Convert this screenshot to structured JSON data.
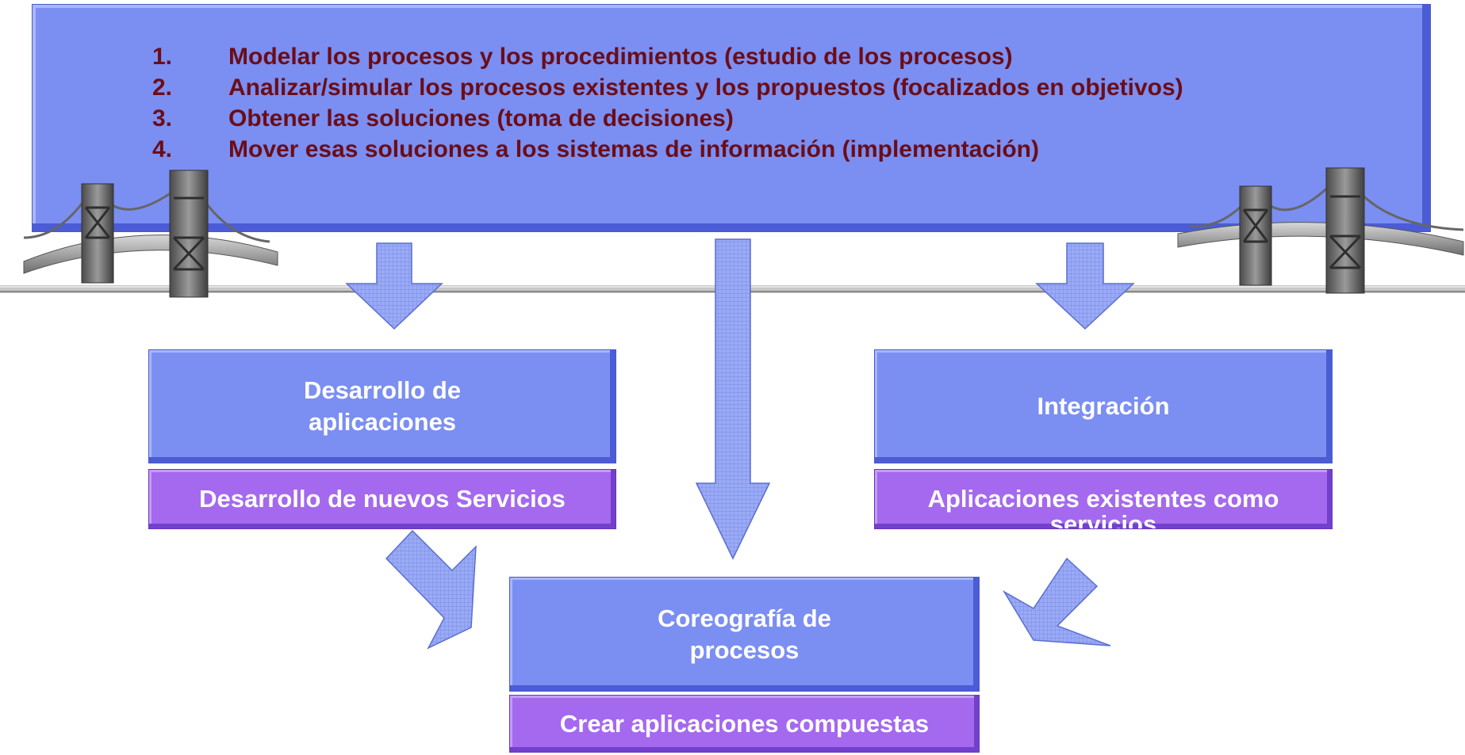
{
  "banner": {
    "steps": [
      {
        "num": "1.",
        "text": "Modelar los procesos y los procedimientos (estudio de los procesos)"
      },
      {
        "num": "2.",
        "text": "Analizar/simular los procesos existentes y los propuestos (focalizados en objetivos)"
      },
      {
        "num": "3.",
        "text": "Obtener las soluciones (toma de decisiones)"
      },
      {
        "num": "4.",
        "text": "Mover esas soluciones a los sistemas de información (implementación)"
      }
    ]
  },
  "boxes": {
    "left": {
      "title_line1": "Desarrollo de",
      "title_line2": "aplicaciones",
      "subtitle": "Desarrollo de nuevos Servicios"
    },
    "right": {
      "title": "Integración",
      "subtitle_line1": "Aplicaciones existentes como",
      "subtitle_line2": "servicios"
    },
    "bottom": {
      "title_line1": "Coreografía de",
      "title_line2": "procesos",
      "subtitle": "Crear aplicaciones compuestas"
    }
  },
  "colors": {
    "box_fill": "#7b8ef2",
    "sub_fill": "#a469ee",
    "arrow_fill": "#9aaaf6",
    "step_text": "#6b0d17"
  },
  "icons": [
    "bridge-icon",
    "arrow-down-icon",
    "arrow-diagonal-icon"
  ]
}
